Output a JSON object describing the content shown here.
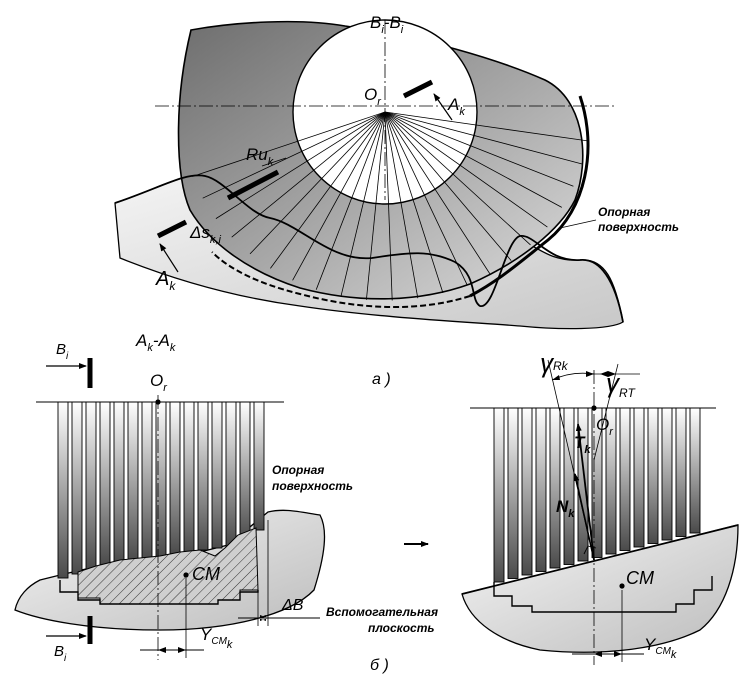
{
  "fig_a": {
    "section_title": "B",
    "section_title_sub1": "i",
    "section_title_dash": "-B",
    "section_title_sub2": "i",
    "center_label": "O",
    "center_sub": "r",
    "ak_top": "A",
    "ak_top_sub": "k",
    "ak_bottom": "A",
    "ak_bottom_sub": "k",
    "ru_label": "Ru",
    "ru_sub": "k",
    "ds_label": "Δs",
    "ds_sub": "k,i",
    "support_line1": "Опорная",
    "support_line2": "поверхность",
    "caption": "а )"
  },
  "fig_b": {
    "left_title": "A",
    "left_title_sub1": "k",
    "left_title_dash": "-A",
    "left_title_sub2": "k",
    "bi_top": "B",
    "bi_top_sub": "i",
    "bi_bottom": "B",
    "bi_bottom_sub": "i",
    "or_left": "O",
    "or_left_sub": "r",
    "support_line1": "Опорная",
    "support_line2": "поверхность",
    "cm_left": "CM",
    "delta_b": "ΔB",
    "y_left": "Y",
    "y_left_sub1": "CM",
    "y_left_sub2": "k",
    "gamma_rk": "γ",
    "gamma_rk_sub": "Rk",
    "gamma_rt": "γ",
    "gamma_rt_sub": "RT",
    "or_right": "O",
    "or_right_sub": "r",
    "t_label": "T",
    "t_sub": "k",
    "n_label": "N",
    "n_sub": "k",
    "cm_right": "CM",
    "aux_line1": "Вспомогательная",
    "aux_line2": "плоскость",
    "y_right": "Y",
    "y_right_sub1": "CM",
    "y_right_sub2": "k",
    "caption": "б )"
  }
}
